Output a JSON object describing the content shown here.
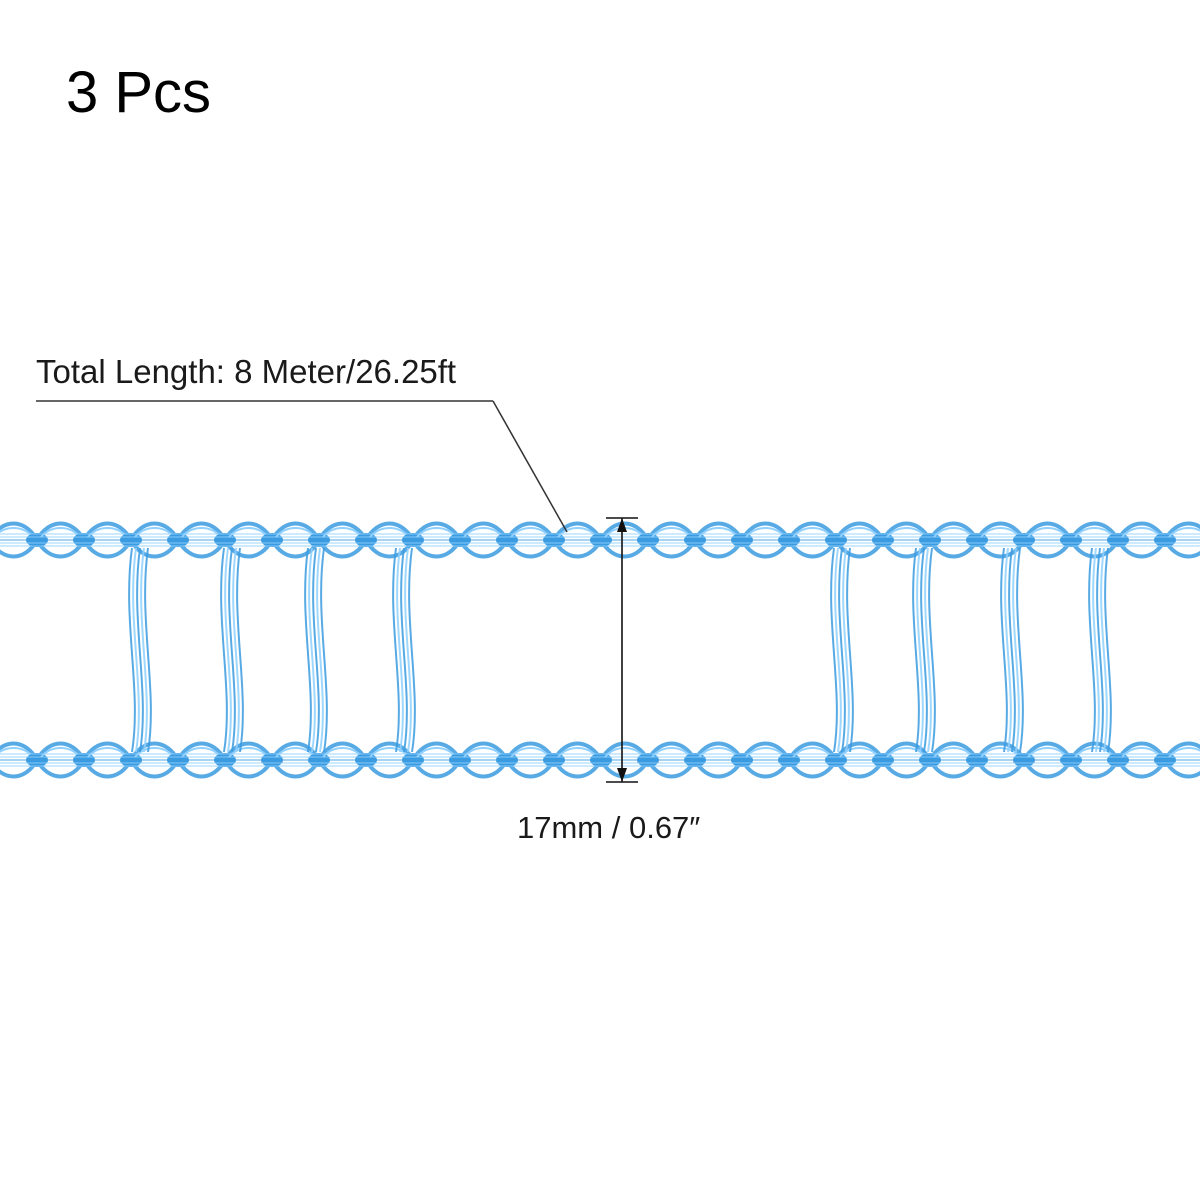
{
  "header": {
    "quantity": "3 Pcs"
  },
  "annotations": {
    "total_length": "Total Length: 8 Meter/26.25ft",
    "width": "17mm / 0.67″"
  },
  "product": {
    "image": "blue-ladder-tape-icon",
    "color": "#3b9be0",
    "highlight_color": "#8fd0ff"
  }
}
